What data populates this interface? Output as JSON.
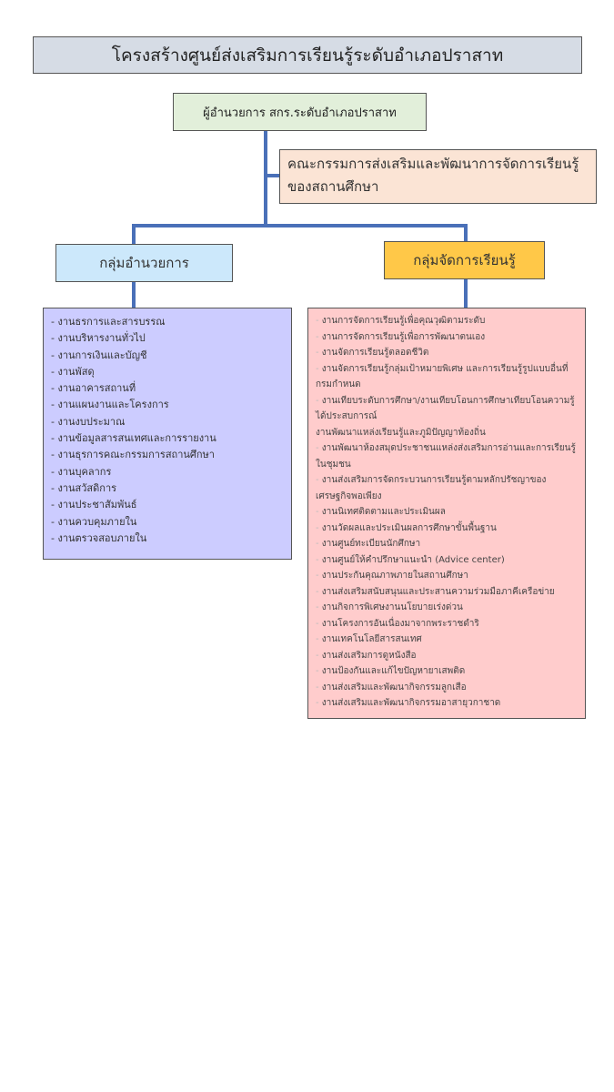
{
  "title": "โครงสร้างศูนย์ส่งเสริมการเรียนรู้ระดับอำเภอปราสาท",
  "director": "ผู้อำนวยการ สกร.ระดับอำเภอปราสาท",
  "committee": "คณะกรรมการส่งเสริมและพัฒนาการจัดการเรียนรู้ของสถานศึกษา",
  "admin_group": {
    "label": "กลุ่มอำนวยการ",
    "items": [
      "- งานธรการและสารบรรณ",
      "- งานบริหารงานทั่วไป",
      "- งานการเงินและบัญชี",
      "- งานพัสดุ",
      "- งานอาคารสถานที่",
      "- งานแผนงานและโครงการ",
      "- งานงบประมาณ",
      "- งานข้อมูลสารสนเทศและการรายงาน",
      "- งานธุรการคณะกรรมการสถานศึกษา",
      "- งานบุคลากร",
      "- งานสวัสดิการ",
      "- งานประชาสัมพันธ์",
      "- งานควบคุมภายใน",
      "- งานตรวจสอบภายใน"
    ]
  },
  "learning_group": {
    "label": "กลุ่มจัดการเรียนรู้",
    "dash": "-",
    "items": [
      "งานการจัดการเรียนรู้เพื่อคุณวุฒิตามระดับ",
      "งานการจัดการเรียนรู้เพื่อการพัฒนาตนเอง",
      "งานจัดการเรียนรู้ตลอดชีวิต",
      "งานจัดการเรียนรู้กลุ่มเป้าหมายพิเศษ และการเรียนรู้รูปแบบอื่นที่กรมกำหนด",
      "งานเทียบระดับการศึกษา/งานเทียบโอนการศึกษาเทียบโอนความรู้ได้ประสบการณ์",
      "งานพัฒนาแหล่งเรียนรู้และภูมิปัญญาท้องถิ่น",
      "งานพัฒนาห้องสมุดประชาชนแหล่งส่งเสริมการอ่านและการเรียนรู้ในชุมชน",
      "งานส่งเสริมการจัดกระบวนการเรียนรู้ตามหลักปรัชญาของเศรษฐกิจพอเพียง",
      "งานนิเทศติดตามและประเมินผล",
      "งานวัดผลและประเมินผลการศึกษาขั้นพื้นฐาน",
      "งานศูนย์ทะเบียนนักศึกษา",
      "งานศูนย์ให้คำปรึกษาแนะนำ (Advice center)",
      "งานประกันคุณภาพภายในสถานศึกษา",
      "งานส่งเสริมสนับสนุนและประสานความร่วมมือภาคีเครือข่าย",
      "งานกิจการพิเศษงานนโยบายเร่งด่วน",
      "งานโครงการอันเนื่องมาจากพระราชดำริ",
      "งานเทคโนโลยีสารสนเทศ",
      "งานส่งเสริมการดูหนังสือ",
      "งานป้องกันและแก้ไขปัญหายาเสพติด",
      "งานส่งเสริมและพัฒนากิจกรรมลูกเสือ",
      "งานส่งเสริมและพัฒนากิจกรรมอาสายุวกาชาด"
    ]
  },
  "colors": {
    "connector": "#4a70b8",
    "title_bg": "#d6dce5",
    "director_bg": "#e2efda",
    "committee_bg": "#fbe4d5",
    "admin_bg": "#cce8fb",
    "learning_bg": "#ffc848",
    "admin_list_bg": "#ccccff",
    "learning_list_bg": "#ffcccc"
  }
}
